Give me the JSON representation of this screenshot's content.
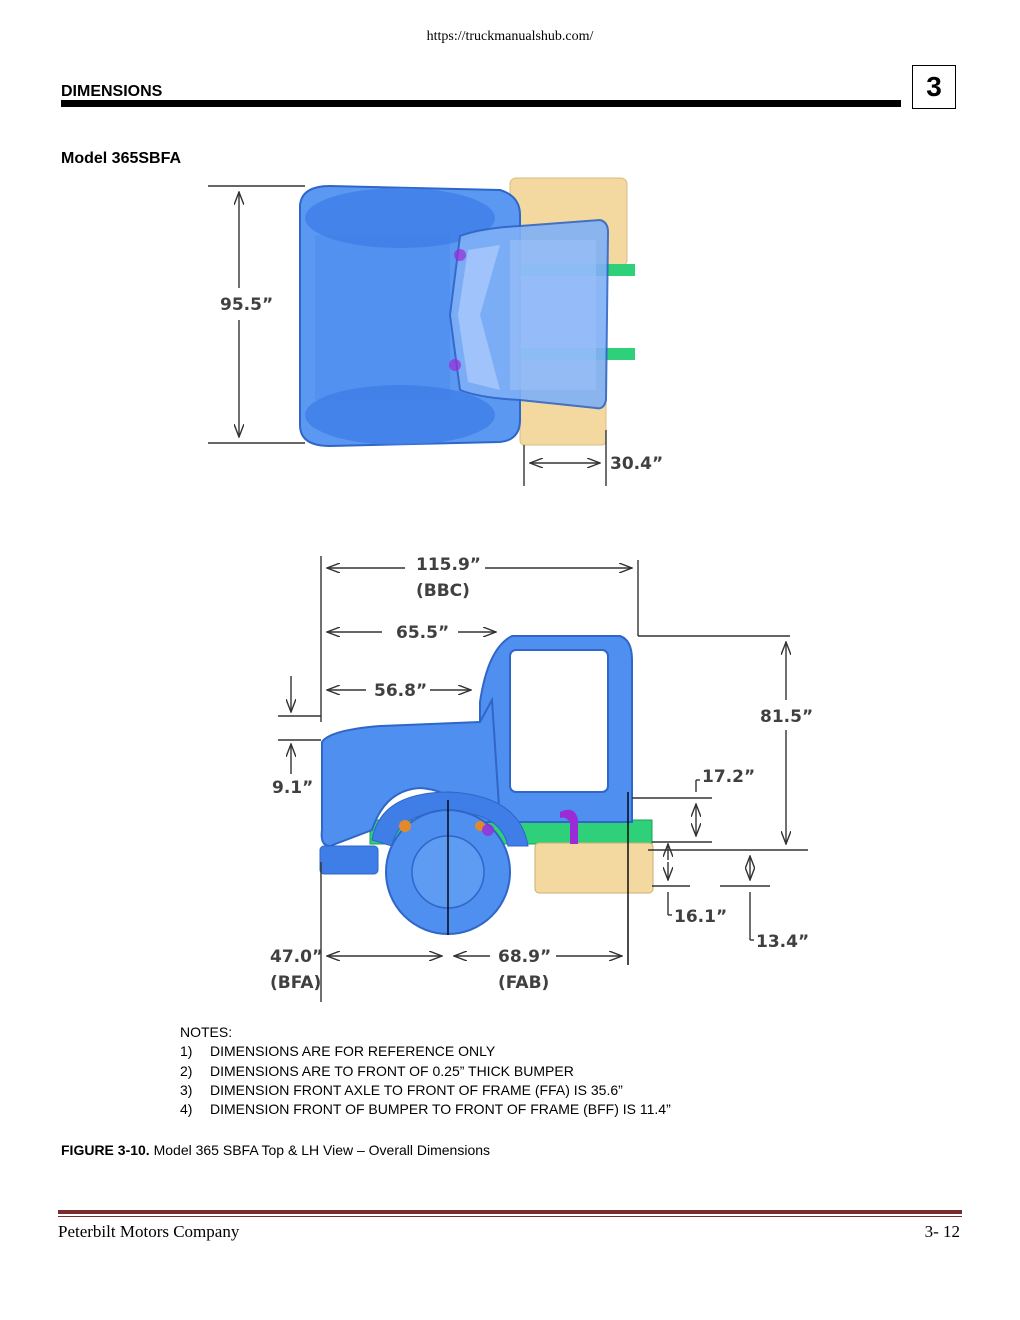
{
  "header": {
    "url": "https://truckmanualshub.com/",
    "section_title": "DIMENSIONS",
    "chapter_number": "3"
  },
  "model_title": "Model 365SBFA",
  "figure": {
    "top_view": {
      "width_dim": "95.5”",
      "rear_dim": "30.4”"
    },
    "side_view": {
      "bbc_value": "115.9”",
      "bbc_label": "(BBC)",
      "dim_65": "65.5”",
      "dim_56": "56.8”",
      "dim_9": "9.1”",
      "height_dim": "81.5”",
      "dim_17": "17.2”",
      "dim_16": "16.1”",
      "dim_13": "13.4”",
      "bfa_value": "47.0”",
      "bfa_label": "(BFA)",
      "fab_value": "68.9”",
      "fab_label": "(FAB)"
    },
    "colors": {
      "cab_blue": "#4f8ff0",
      "cab_dark": "#2f66c8",
      "frame_green": "#2fd07a",
      "tank_tan": "#f3d9a0",
      "accent_purple": "#9a2bd6"
    }
  },
  "notes": {
    "heading": "NOTES:",
    "items": [
      {
        "num": "1)",
        "text": "DIMENSIONS ARE FOR REFERENCE ONLY"
      },
      {
        "num": "2)",
        "text": "DIMENSIONS ARE TO FRONT OF 0.25” THICK BUMPER"
      },
      {
        "num": "3)",
        "text": "DIMENSION FRONT AXLE TO FRONT OF FRAME (FFA) IS 35.6”"
      },
      {
        "num": "4)",
        "text": "DIMENSION FRONT OF BUMPER TO FRONT OF FRAME (BFF) IS 11.4”"
      }
    ]
  },
  "caption": {
    "label": "FIGURE 3-10.",
    "text": " Model 365 SBFA Top & LH View – Overall Dimensions"
  },
  "footer": {
    "company": "Peterbilt Motors Company",
    "page": "3- 12"
  }
}
